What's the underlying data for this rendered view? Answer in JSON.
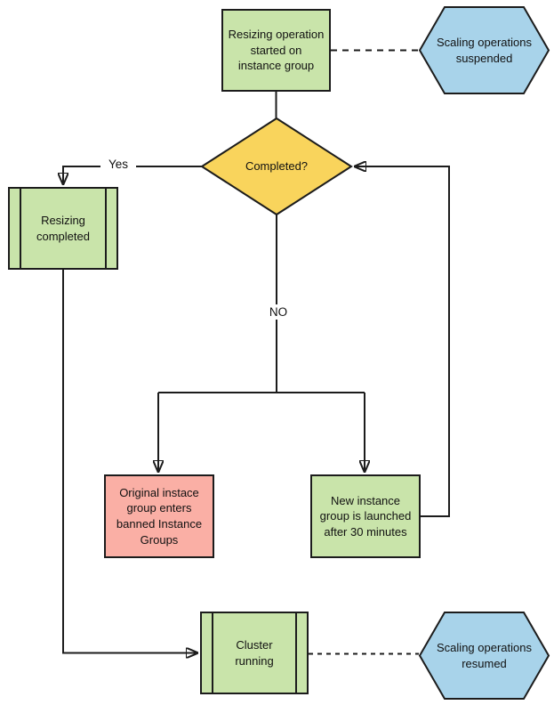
{
  "diagram": {
    "nodes": {
      "start": {
        "label": "Resizing operation\nstarted on\ninstance group",
        "shape": "process"
      },
      "suspended": {
        "label": "Scaling operations\nsuspended",
        "shape": "hexagon"
      },
      "completed": {
        "label": "Completed?",
        "shape": "decision"
      },
      "resizing_completed": {
        "label": "Resizing\ncompleted",
        "shape": "predefined-process"
      },
      "banned": {
        "label": "Original instace\ngroup enters\nbanned Instance\nGroups",
        "shape": "process"
      },
      "new_group": {
        "label": "New instance\ngroup is launched\nafter 30 minutes",
        "shape": "process"
      },
      "cluster": {
        "label": "Cluster\nrunning",
        "shape": "predefined-process"
      },
      "resumed": {
        "label": "Scaling operations\nresumed",
        "shape": "hexagon"
      }
    },
    "edge_labels": {
      "yes": "Yes",
      "no": "NO"
    },
    "colors": {
      "green": "#c9e4aa",
      "yellow": "#f9d45c",
      "red": "#faafa5",
      "blue": "#a8d3ea",
      "stroke": "#1c1c1c",
      "background": "#ffffff"
    }
  }
}
